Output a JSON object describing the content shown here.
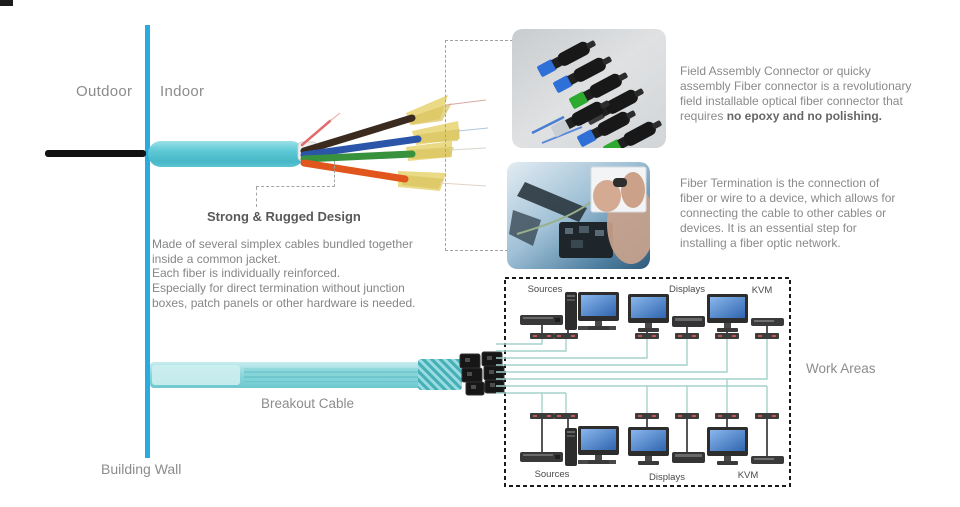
{
  "colors": {
    "wall_blue": "#29aae1",
    "cable_teal": "#5ec9d6",
    "breakout_teal": "#8fd8db",
    "network_line_teal": "#a4d2cb",
    "fiber_brown": "#3b2a1e",
    "fiber_blue": "#2b55a8",
    "fiber_green": "#38913c",
    "fiber_orange": "#e0561d",
    "aramid_yellow": "#ead985",
    "monitor_screen_blue": "#4a86c8",
    "text_grey": "#8a8a8a"
  },
  "zones": {
    "outdoor": "Outdoor",
    "indoor": "Indoor",
    "building_wall": "Building Wall"
  },
  "design_callout": {
    "heading": "Strong & Rugged Design",
    "lines": [
      "Made of several simplex cables bundled together",
      "inside a common jacket.",
      "Each fiber is individually reinforced.",
      "Especially for direct termination without junction",
      "boxes, patch panels or other hardware is needed."
    ]
  },
  "field_assembly": {
    "lines": [
      "Field Assembly Connector or quicky",
      "assembly Fiber connector is a revolutionary",
      "field installable optical fiber connector that"
    ],
    "last_line_prefix": "requires ",
    "last_line_bold": "no epoxy and no polishing."
  },
  "fiber_termination": {
    "lines": [
      "Fiber Termination is the connection of",
      "fiber or wire to a device, which allows for",
      "connecting the cable to other cables or",
      "devices. It is an essential step for",
      "installing a fiber optic network."
    ]
  },
  "breakout": {
    "label": "Breakout Cable"
  },
  "work_areas": {
    "label": "Work Areas",
    "top": {
      "sources": "Sources",
      "displays": "Displays",
      "kvm": "KVM"
    },
    "bottom": {
      "sources": "Sources",
      "displays": "Displays",
      "kvm": "KVM"
    }
  }
}
